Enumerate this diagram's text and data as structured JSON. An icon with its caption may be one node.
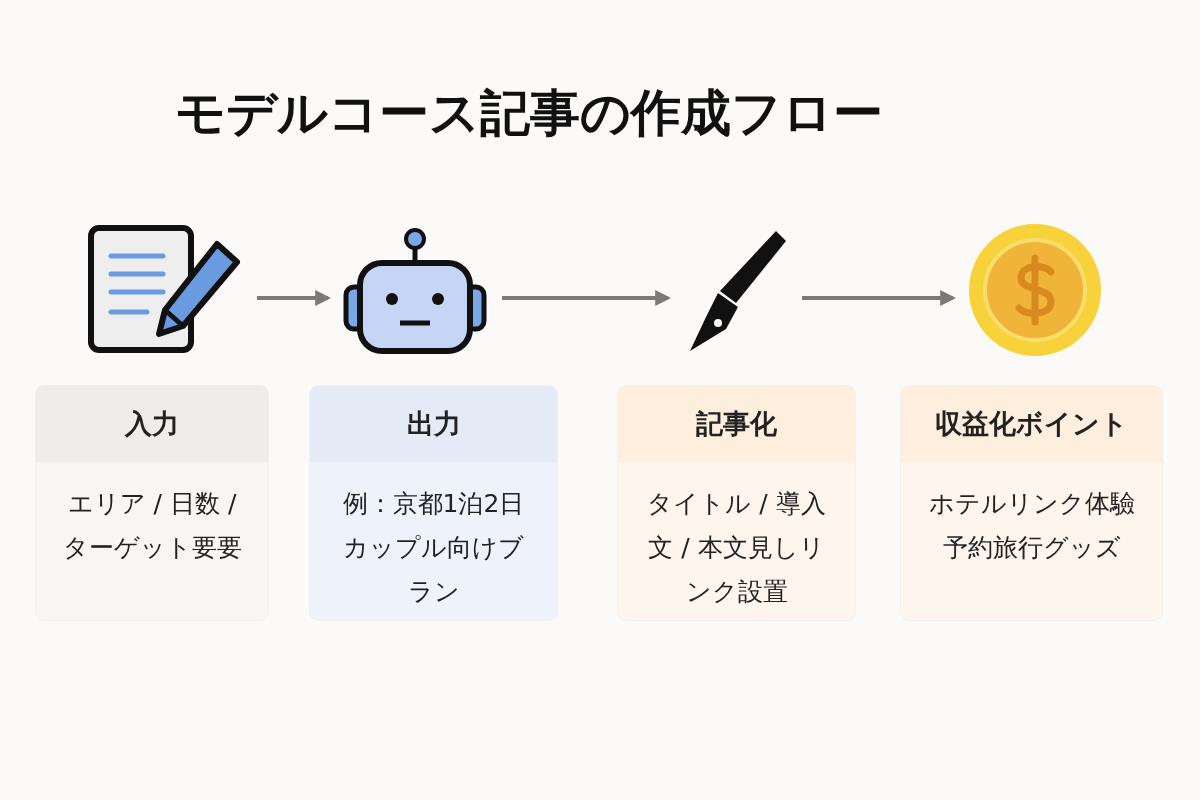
{
  "diagram": {
    "title": "モデルコース記事の作成フロー",
    "nodes": [
      {
        "text": [
          "入力",
          "エリア / 日数 /ターゲット要要"
        ]
      },
      {
        "text": [
          "出力",
          "例：京都1泊2日カップル向けブラン"
        ]
      },
      {
        "text": [
          "記事化",
          "タイトル / 導入文 / 本文見しリンク設置"
        ]
      },
      {
        "text": [
          "収益化ボイント",
          "ホテルリンク体驗予約旅行グッズ"
        ]
      },
      {
        "text": [],
        "shape": "picture"
      },
      {
        "text": [],
        "shape": "picture"
      },
      {
        "text": [],
        "shape": "picture"
      },
      {
        "text": [],
        "shape": "picture"
      }
    ],
    "edges": [
      {
        "from": 4,
        "to": 5,
        "arrow": "to"
      },
      {
        "from": 5,
        "to": 6,
        "arrow": "to"
      },
      {
        "from": 6,
        "to": 7,
        "arrow": "to"
      }
    ]
  }
}
